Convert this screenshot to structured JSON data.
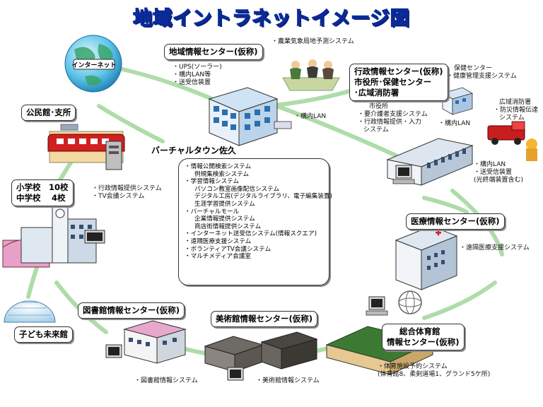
{
  "title": "地域イントラネットイメージ図",
  "center": {
    "name": "バーチャルタウン佐久",
    "items": [
      {
        "text": "・情報公開検索システム",
        "sub": false
      },
      {
        "text": "例規集検索システム",
        "sub": true
      },
      {
        "text": "・学習情報システム",
        "sub": false
      },
      {
        "text": "パソコン教室画像配信システム",
        "sub": true
      },
      {
        "text": "デジタル工房(デジタルライブラリ、電子編集装置)",
        "sub": true
      },
      {
        "text": "生涯学習提供システム",
        "sub": true
      },
      {
        "text": "・バーチャルモール",
        "sub": false
      },
      {
        "text": "企業情報提供システム",
        "sub": true
      },
      {
        "text": "商店街情報提供システム",
        "sub": true
      },
      {
        "text": "・インターネット送受信システム(情報スクエア)",
        "sub": false
      },
      {
        "text": "・遠隔医療支援システム",
        "sub": false
      },
      {
        "text": "・ボランティアTV会議システム",
        "sub": false
      },
      {
        "text": "・マルチメディア会議室",
        "sub": false
      }
    ]
  },
  "internet": "インターネット",
  "regional_center": {
    "name": "地域情報センター(仮称)",
    "lines": [
      "・UPS(ソーラー)",
      "・構内LAN等",
      "・送受信装置"
    ],
    "lan": "・構内LAN"
  },
  "agri": "・農業気象局地予測システム",
  "admin": {
    "title_lines": [
      "行政情報センター(仮称)",
      "市役所･保健センター",
      "･広域消防署"
    ],
    "city_lines": [
      "市役所",
      "・要介護者支援システム",
      "・行政情報提供・入力",
      "システム"
    ],
    "lan_lines": [
      "・構内LAN",
      "・送受信装置",
      "(光終端装置含む)"
    ]
  },
  "health": {
    "lines": [
      "保健センター",
      "・健康管理支援システム"
    ],
    "lan": "・構内LAN"
  },
  "fire": {
    "lines": [
      "広域消防署",
      "・防災情報伝達",
      "システム"
    ]
  },
  "community": {
    "name": "公民館･支所",
    "lines": [
      "・行政情報提供システム",
      "・TV会議システム"
    ]
  },
  "schools": {
    "lines": [
      "小学校　10校",
      "中学校　 4校"
    ]
  },
  "kids": "子ども未来館",
  "medical": {
    "name": "医療情報センター(仮称)",
    "line": "・遠隔医療支援システム"
  },
  "library": {
    "name": "図書館情報センター(仮称)",
    "line": "・図書館情報システム"
  },
  "museum": {
    "name": "美術館情報センター(仮称)",
    "line": "・美術館情報システム"
  },
  "gym": {
    "name_lines": [
      "総合体育館",
      "情報センター(仮称)"
    ],
    "lines": [
      "・体育施設予約システム",
      "(体育館8、柔剣道場1、グランド5ケ所)"
    ]
  },
  "colors": {
    "ring": "#a6d9a0",
    "title_fill": "#7ab8ec",
    "title_stroke": "#0a2a9a",
    "roof_green": "#2f6b2a",
    "train_red": "#d02020"
  }
}
